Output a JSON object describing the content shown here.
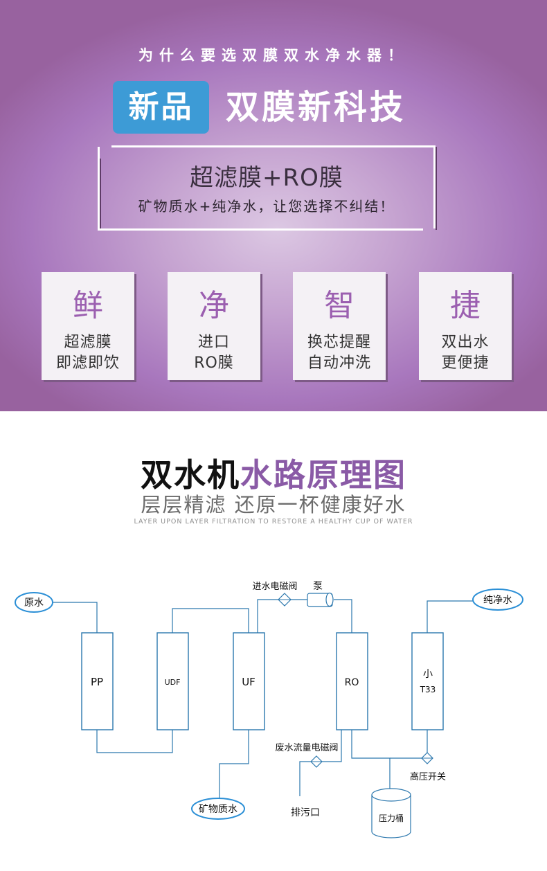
{
  "hero": {
    "title": "为什么要选双膜双水净水器！",
    "badge": "新品",
    "headline": "双膜新科技",
    "subtitle": "超滤膜+RO膜",
    "tagline": "矿物质水+纯净水，让您选择不纠结！",
    "colors": {
      "badge": "#3d9bd6",
      "accent": "#9b5fb0"
    }
  },
  "features": [
    {
      "char": "鲜",
      "line1": "超滤膜",
      "line2": "即滤即饮"
    },
    {
      "char": "净",
      "line1": "进口",
      "line2": "RO膜"
    },
    {
      "char": "智",
      "line1": "换芯提醒",
      "line2": "自动冲洗"
    },
    {
      "char": "捷",
      "line1": "双出水",
      "line2": "更便捷"
    }
  ],
  "section": {
    "title_dark": "双水机",
    "title_purple": "水路原理图",
    "subtitle": "层层精滤 还原一杯健康好水",
    "english": "LAYER UPON LAYER FILTRATION TO RESTORE A HEALTHY CUP OF WATER"
  },
  "diagram": {
    "raw_water": "原水",
    "pure_water": "纯净水",
    "mineral_water": "矿物质水",
    "inlet_valve": "进水电磁阀",
    "pump": "泵",
    "waste_valve": "废水流量电磁阀",
    "drain": "排污口",
    "high_pressure_switch": "高压开关",
    "pressure_tank": "压力桶",
    "filters": {
      "pp": "PP",
      "udf": "UDF",
      "uf": "UF",
      "ro": "RO",
      "t33_line1": "小",
      "t33_line2": "T33"
    }
  }
}
